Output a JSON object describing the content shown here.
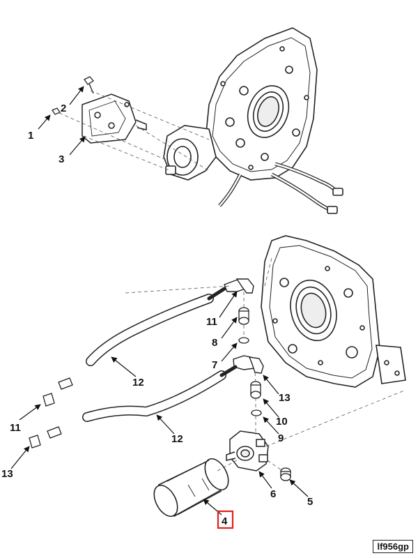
{
  "diagram": {
    "callouts": {
      "c1": "1",
      "c2": "2",
      "c3": "3",
      "c4": "4",
      "c5": "5",
      "c6": "6",
      "c7": "7",
      "c8": "8",
      "c9": "9",
      "c10": "10",
      "c11a": "11",
      "c11b": "11",
      "c12a": "12",
      "c12b": "12",
      "c13a": "13",
      "c13b": "13"
    },
    "highlight_color": "#e0201b",
    "figure_id": "lf956gp"
  }
}
